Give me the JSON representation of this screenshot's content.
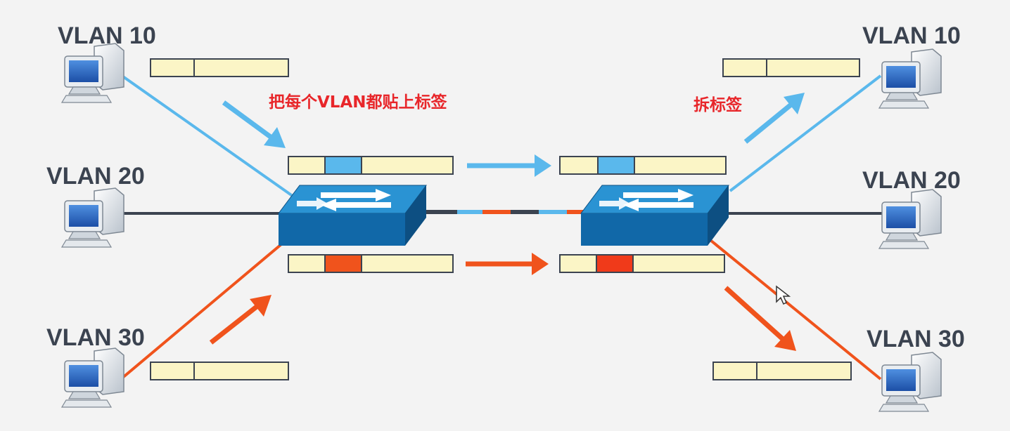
{
  "labels": {
    "left_top": "VLAN 10",
    "left_mid": "VLAN 20",
    "left_bot": "VLAN 30",
    "right_top": "VLAN 10",
    "right_mid": "VLAN 20",
    "right_bot": "VLAN 30"
  },
  "annotations": {
    "tag_each": "把每个VLAN都贴上标签",
    "untag": "拆标签"
  },
  "colors": {
    "background": "#f3f3f3",
    "vlan10": "#5ab8ec",
    "vlan20": "#3b4350",
    "vlan30": "#f0531c",
    "tag_red": "#f03a1a",
    "frame": "#fbf5c6",
    "frame_border": "#3b4350",
    "annotation_text": "#e8262a",
    "switch_top": "#2a93d3",
    "switch_front": "#1168a8",
    "switch_side": "#0d4f82"
  },
  "icons": {
    "host": "desktop-computer-icon",
    "switch": "network-switch-icon"
  }
}
